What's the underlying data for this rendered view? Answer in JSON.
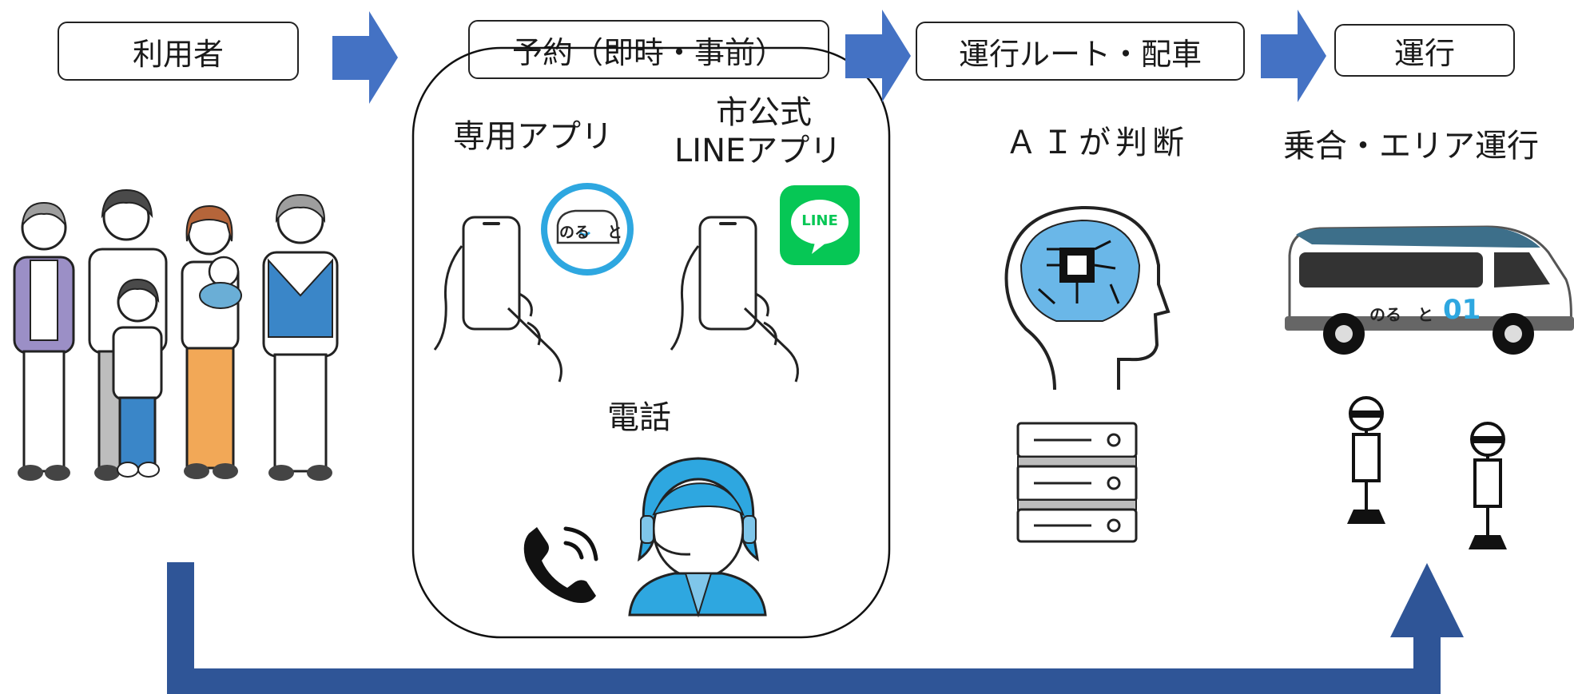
{
  "steps": {
    "user": "利用者",
    "reservation": "予約（即時・事前）",
    "route": "運行ルート・配車",
    "operation": "運行"
  },
  "labels": {
    "app": "専用アプリ",
    "line_line1": "市公式",
    "line_line2": "LINEアプリ",
    "phone": "電話",
    "ai": "ＡＩが判断",
    "ride": "乗合・エリア運行"
  },
  "logos": {
    "norudoto": "のる",
    "norudoto_end": "と",
    "line_logo": "LINE",
    "bus_number": "01"
  },
  "colors": {
    "arrow": "#4472c4",
    "return_arrow": "#2f5597",
    "accent_blue": "#2ea7e0",
    "line_green": "#06c755",
    "ai_blue": "#6ab7e8"
  }
}
